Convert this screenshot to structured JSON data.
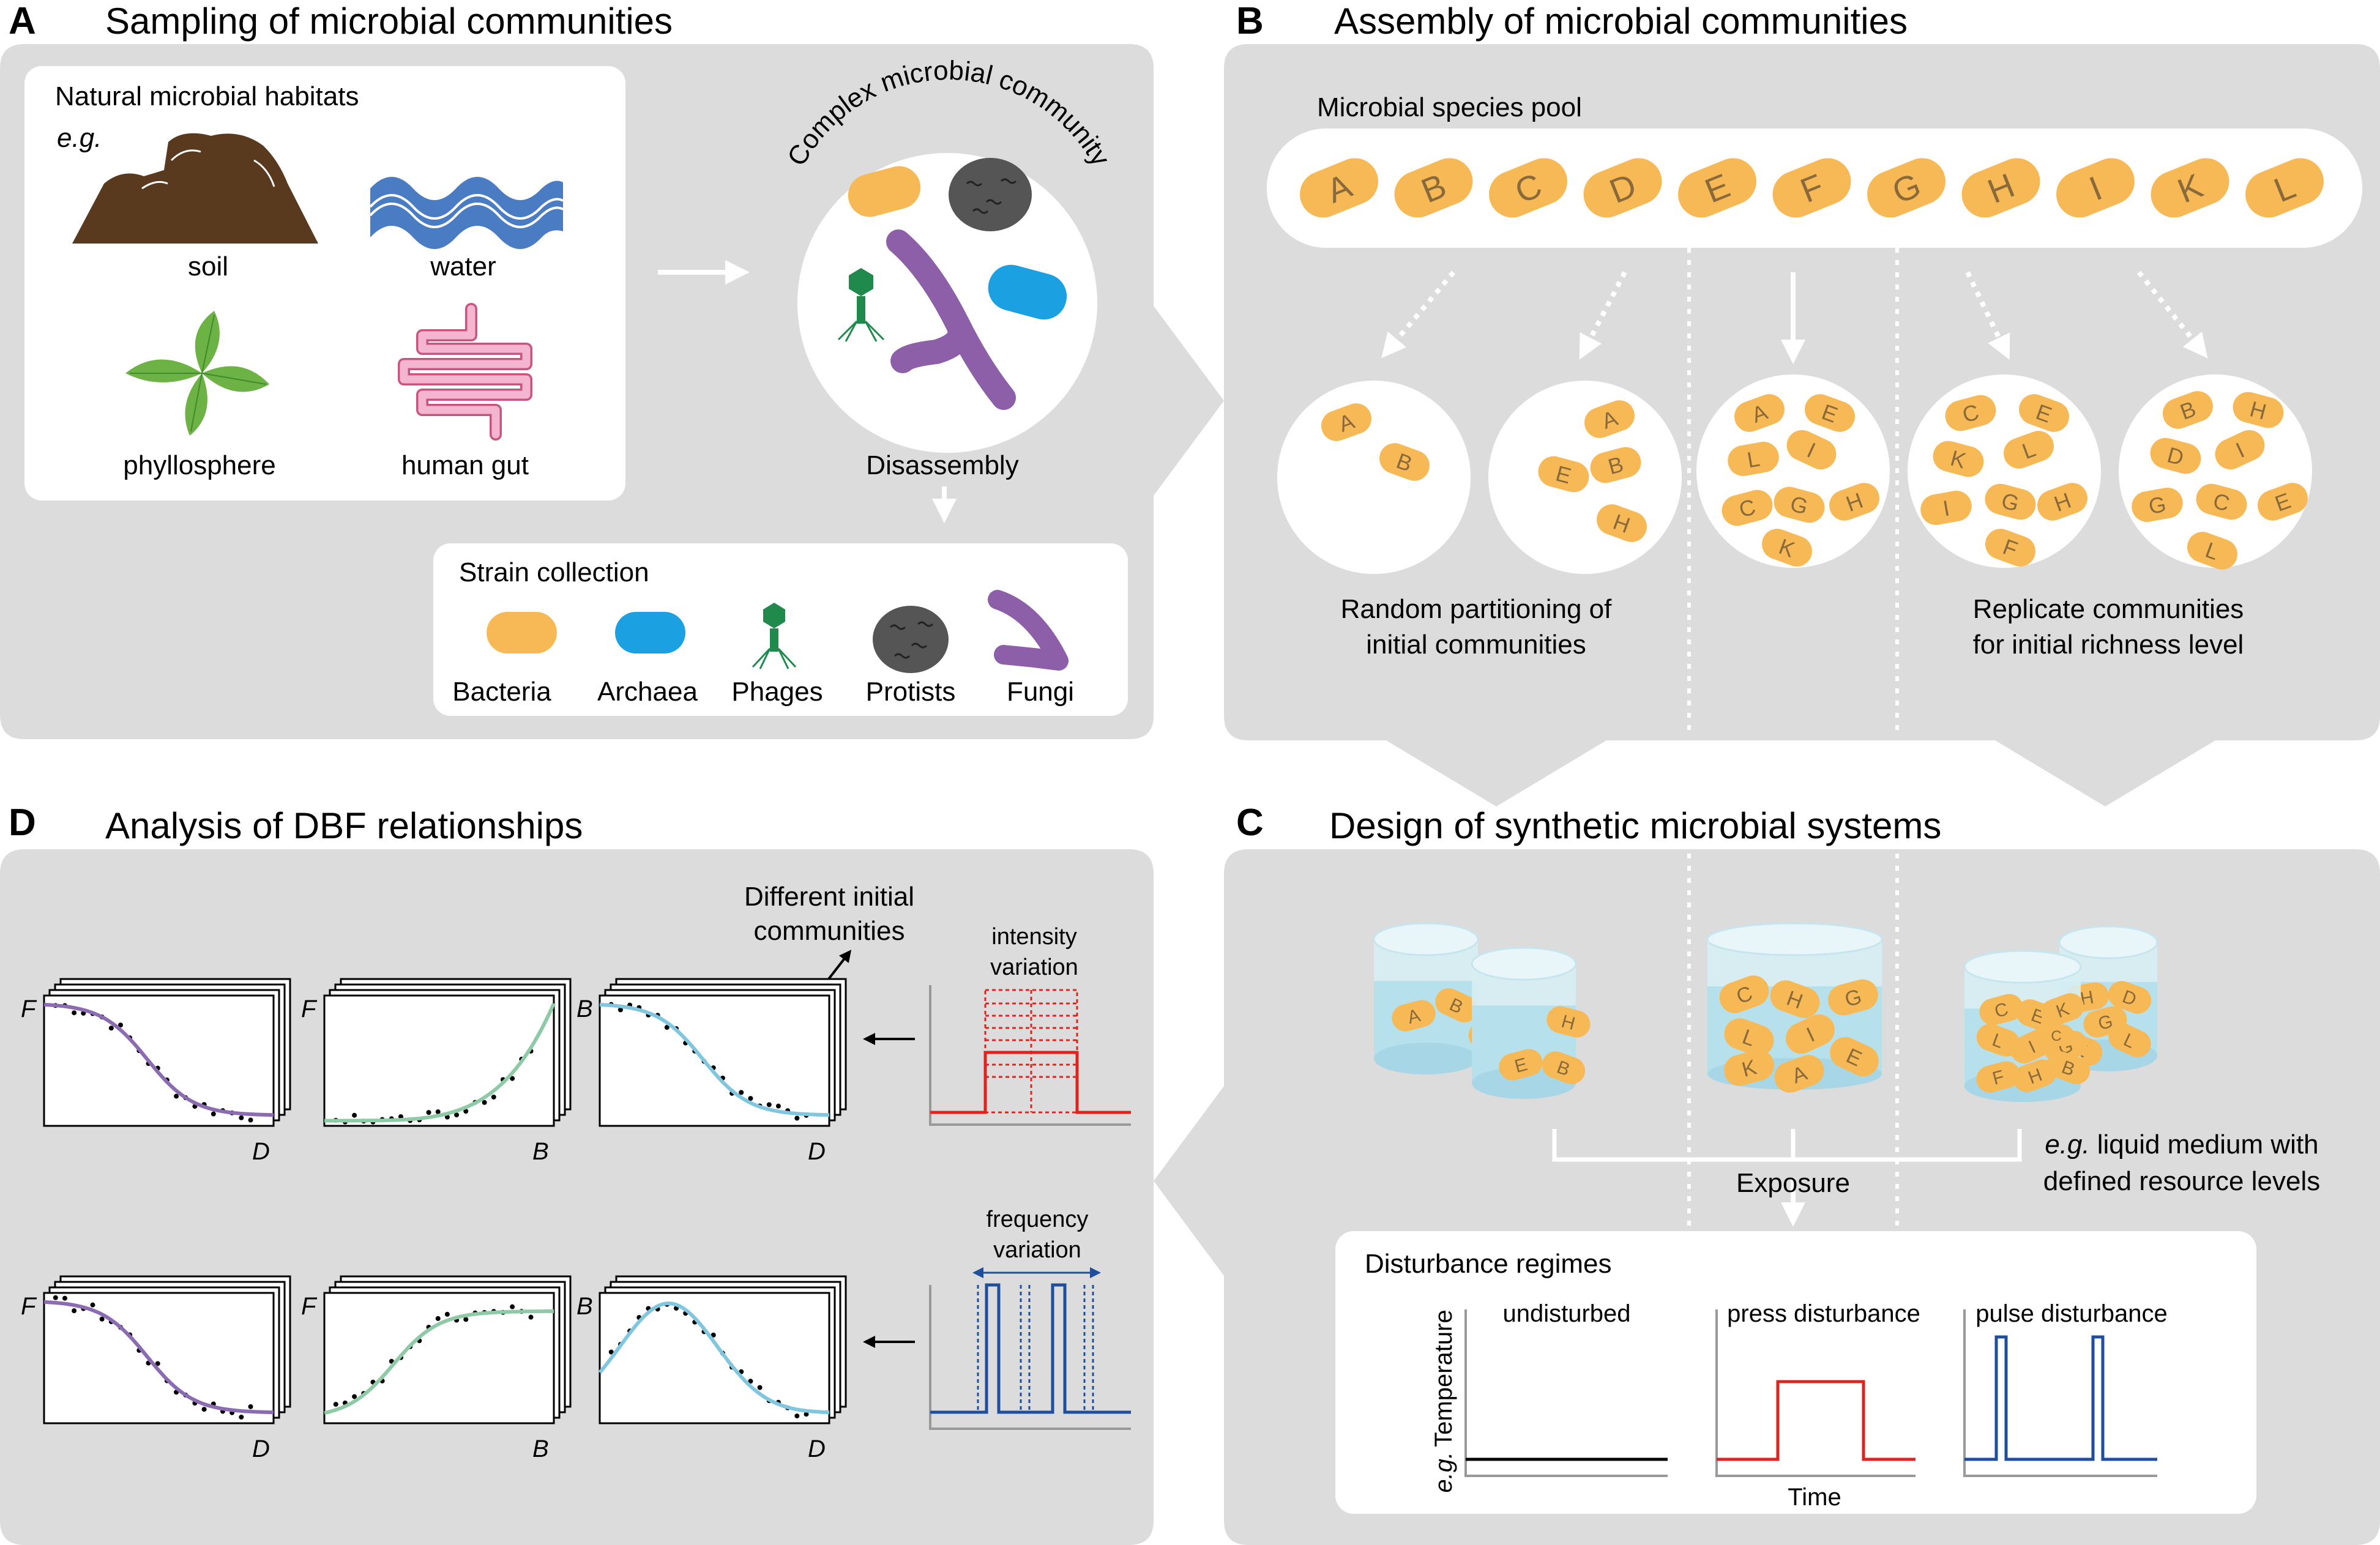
{
  "panels": {
    "a": {
      "letter": "A",
      "title": "Sampling of microbial communities",
      "habitats_box_title": "Natural microbial habitats",
      "eg": "e.g.",
      "habitats": [
        "soil",
        "water",
        "phyllosphere",
        "human gut"
      ],
      "community_label": "Complex microbial community",
      "disassembly": "Disassembly",
      "strain_title": "Strain collection",
      "strains": [
        "Bacteria",
        "Archaea",
        "Phages",
        "Protists",
        "Fungi"
      ]
    },
    "b": {
      "letter": "B",
      "title": "Assembly of microbial communities",
      "pool_label": "Microbial species pool",
      "pool": [
        "A",
        "B",
        "C",
        "D",
        "E",
        "F",
        "G",
        "H",
        "I",
        "K",
        "L"
      ],
      "communities": [
        [
          "A",
          "B"
        ],
        [
          "A",
          "E",
          "B",
          "H"
        ],
        [
          "A",
          "E",
          "L",
          "I",
          "C",
          "G",
          "H",
          "K"
        ],
        [
          "C",
          "E",
          "K",
          "L",
          "I",
          "G",
          "H",
          "F"
        ],
        [
          "B",
          "H",
          "D",
          "I",
          "G",
          "C",
          "E",
          "L"
        ]
      ],
      "caption_left": [
        "Random partitioning of",
        "initial communities"
      ],
      "caption_right": [
        "Replicate communities",
        "for initial richness level"
      ]
    },
    "c": {
      "letter": "C",
      "title": "Design of synthetic microbial systems",
      "beaker_sets": [
        [
          [
            "A",
            "B",
            "A"
          ],
          [
            "H",
            "E",
            "B"
          ]
        ],
        [
          [
            "C",
            "H",
            "G",
            "L",
            "I",
            "K",
            "A",
            "E"
          ]
        ],
        [
          [
            "C",
            "E",
            "K",
            "L",
            "I",
            "G",
            "F",
            "H",
            "B",
            "C"
          ],
          [
            "H",
            "D",
            "G",
            "E",
            "L"
          ]
        ]
      ],
      "exposure": "Exposure",
      "medium_eg": "e.g.",
      "medium_line1": "liquid medium with",
      "medium_line2": "defined resource levels",
      "regimes_title": "Disturbance regimes",
      "ylabel_eg": "e.g.",
      "ylabel": "Temperature",
      "xlabel": "Time",
      "regimes": [
        "undisturbed",
        "press disturbance",
        "pulse disturbance"
      ],
      "colors": {
        "undisturbed": "#000000",
        "press": "#e0231c",
        "pulse": "#1f4e9c"
      }
    },
    "d": {
      "letter": "D",
      "title": "Analysis of DBF relationships",
      "stack_label": [
        "Different initial",
        "communities"
      ],
      "rows": [
        {
          "variation": [
            "intensity",
            "variation"
          ],
          "plots": [
            {
              "y": "F",
              "x": "D",
              "curve": "decreasing-sigmoid",
              "color": "#8b6bb2"
            },
            {
              "y": "F",
              "x": "B",
              "curve": "exponential-rise",
              "color": "#8fcaa6"
            },
            {
              "y": "B",
              "x": "D",
              "curve": "decreasing-sigmoid",
              "color": "#7fc6de"
            }
          ]
        },
        {
          "variation": [
            "frequency",
            "variation"
          ],
          "plots": [
            {
              "y": "F",
              "x": "D",
              "curve": "decreasing-sigmoid",
              "color": "#8b6bb2"
            },
            {
              "y": "F",
              "x": "B",
              "curve": "saturating-rise",
              "color": "#8fcaa6"
            },
            {
              "y": "B",
              "x": "D",
              "curve": "hump",
              "color": "#7fc6de"
            }
          ]
        }
      ],
      "colors": {
        "intensity": "#e0231c",
        "frequency": "#1f4e9c"
      }
    }
  },
  "colors": {
    "panel_bg": "#dcdcdc",
    "bacteria": "#f7b955",
    "archaea": "#1ba1e2",
    "phage": "#1f8a4c",
    "protist": "#555555",
    "fungi": "#8c5fa8",
    "soil": "#5a3a1e",
    "water": "#4a7cc4",
    "leaf": "#6cb244",
    "gut": "#e98bb8",
    "letter_text": "#8a6a3a"
  }
}
